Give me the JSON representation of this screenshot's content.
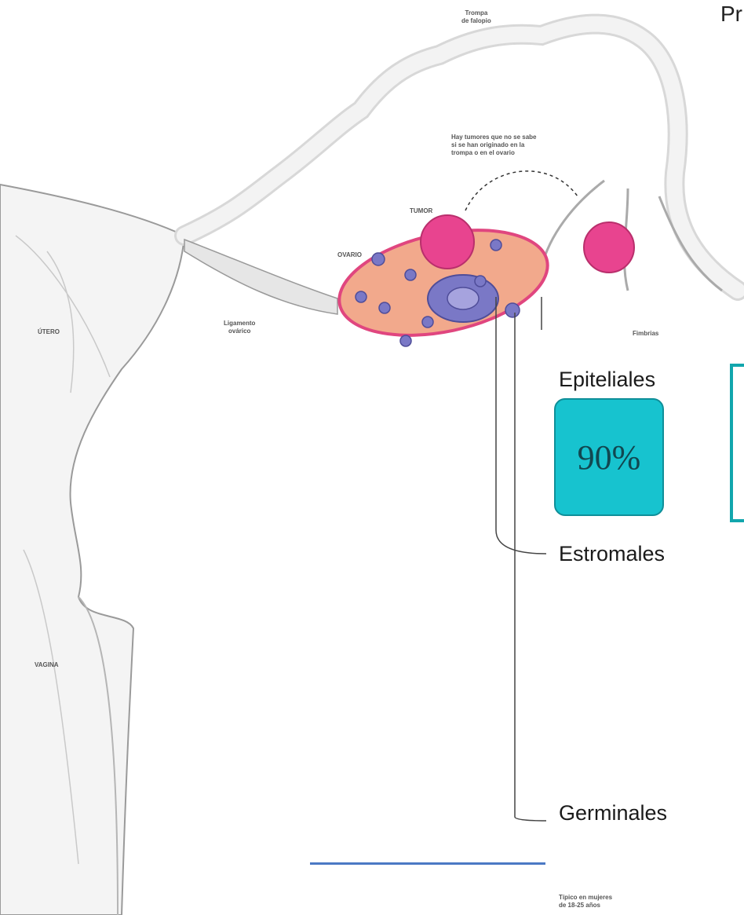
{
  "header": {
    "partial_title": "Pr"
  },
  "anatomy_labels": {
    "fallopian_tube": "Trompa\nde falopio",
    "tumor_note": "Hay tumores que no se sabe\nsi se han originado en la\ntrompa o en el ovario",
    "tumor": "TUMOR",
    "ovary": "OVARIO",
    "ovarian_ligament": "Ligamento\novárico",
    "uterus": "ÚTERO",
    "fimbriae": "Fimbrias",
    "vagina": "VAGINA",
    "age_note": "Típico en mujeres\nde 18-25 años"
  },
  "tumor_types": {
    "epithelial": {
      "label": "Epiteliales",
      "percent": "90%"
    },
    "stromal": {
      "label": "Estromales"
    },
    "germinal": {
      "label": "Germinales"
    }
  },
  "colors": {
    "accent": "#17c3cf",
    "bracket": "#12a6ad",
    "tumor": "#e8448f",
    "ovary": "#f2a98c",
    "follicle": "#7a78c6"
  },
  "icons": [
    "uterus-illustration",
    "fallopian-tube-illustration",
    "ovary-illustration",
    "tumor-illustration"
  ]
}
